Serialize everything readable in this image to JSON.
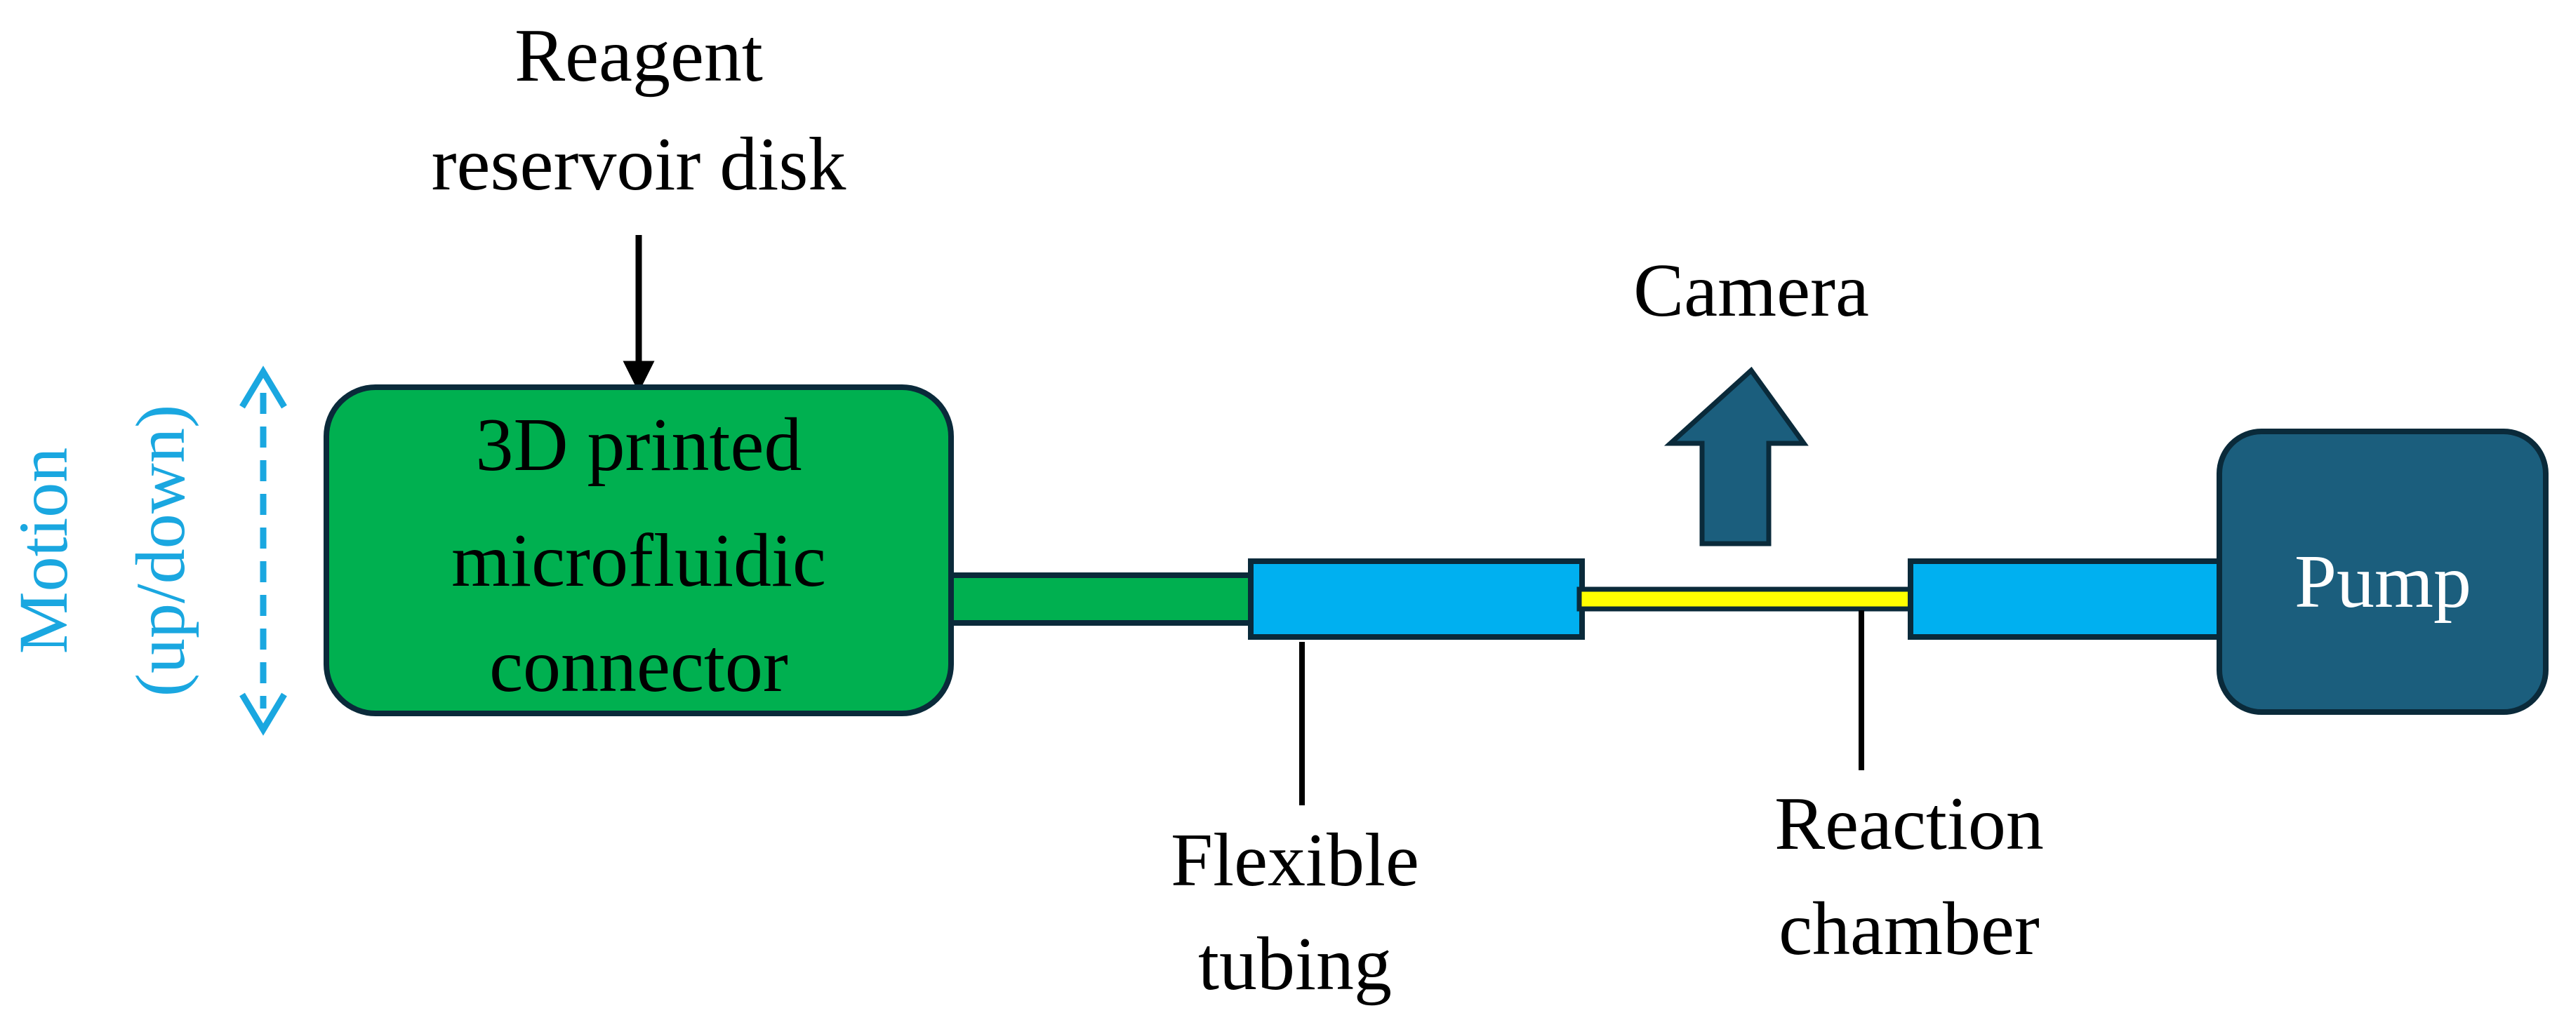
{
  "labels": {
    "reservoir_line1": "Reagent",
    "reservoir_line2": "reservoir disk",
    "connector_line1": "3D printed",
    "connector_line2": "microfluidic",
    "connector_line3": "connector",
    "camera": "Camera",
    "pump": "Pump",
    "tubing_line1": "Flexible",
    "tubing_line2": "tubing",
    "chamber_line1": "Reaction",
    "chamber_line2": "chamber",
    "motion_line1": "Motion",
    "motion_line2": "(up/down)"
  },
  "colors": {
    "connector": "#00b050",
    "tubing": "#00b0f0",
    "chamber": "#ffff00",
    "pump": "#1b5e7d",
    "camera_arrow": "#1b5e7d",
    "motion": "#1aa7e0",
    "outline": "#0a2a3a"
  },
  "icons": {
    "camera": "up-arrow-icon",
    "motion": "double-headed-vertical-arrow-icon"
  }
}
